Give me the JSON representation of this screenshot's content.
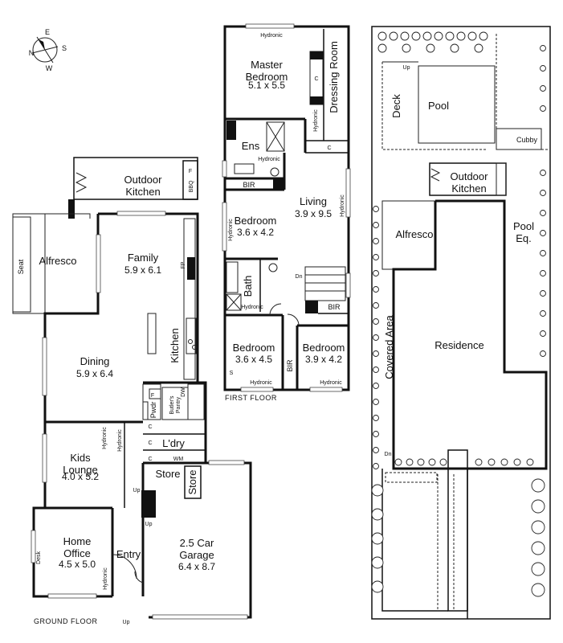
{
  "compass": {
    "n": "N",
    "e": "E",
    "s": "S",
    "w": "W"
  },
  "ground_floor": {
    "label": "GROUND FLOOR",
    "outdoor_kitchen": "Outdoor\nKitchen",
    "bbq": "BBQ",
    "fridge": "F",
    "alfresco": "Alfresco",
    "seat": "Seat",
    "family": {
      "name": "Family",
      "dim": "5.9 x 6.1"
    },
    "fp": "FP",
    "kitchen": "Kitchen",
    "dining": {
      "name": "Dining",
      "dim": "5.9 x 6.4"
    },
    "pwdr": "Pwdr",
    "butlers_pantry": "Butler's\nPantry",
    "dw": "DW",
    "pantry_fridge": "F",
    "kids_lounge": {
      "name": "Kids\nLounge",
      "dim": "4.0 x 5.2"
    },
    "hydronic_a": "Hydronic",
    "hydronic_b": "Hydronic",
    "hydronic_c": "Hydronic",
    "cupboard_a": "C",
    "cupboard_b": "C",
    "cupboard_c": "C",
    "laundry": "L'dry",
    "wm": "WM",
    "store_a": "Store",
    "store_b": "Store",
    "up_a": "Up",
    "up_b": "Up",
    "up_c": "Up",
    "home_office": {
      "name": "Home\nOffice",
      "dim": "4.5 x 5.0"
    },
    "desk": "Desk",
    "entry": "Entry",
    "garage": {
      "name": "2.5 Car\nGarage",
      "dim": "6.4 x 8.7"
    }
  },
  "first_floor": {
    "label": "FIRST FLOOR",
    "hydronic_top": "Hydronic",
    "master": {
      "name": "Master\nBedroom",
      "dim": "5.1 x 5.5"
    },
    "dressing_room": "Dressing Room",
    "cupboard_a": "C",
    "cupboard_b": "C",
    "hydronic_dressing": "Hydronic",
    "ens": "Ens",
    "hydronic_ens": "Hydronic",
    "bir_a": "BIR",
    "bedroom_a": {
      "name": "Bedroom",
      "dim": "3.6 x 4.2"
    },
    "hydronic_bed_a": "Hydronic",
    "living": {
      "name": "Living",
      "dim": "3.9 x 9.5"
    },
    "hydronic_living": "Hydronic",
    "bath": "Bath",
    "hydronic_bath": "Hydronic",
    "dn": "Dn",
    "bir_b": "BIR",
    "bedroom_b": {
      "name": "Bedroom",
      "dim": "3.6 x 4.5"
    },
    "s": "S",
    "hydronic_bed_b": "Hydronic",
    "bir_c": "BIR",
    "bedroom_c": {
      "name": "Bedroom",
      "dim": "3.9 x 4.2"
    },
    "hydronic_bed_c": "Hydronic"
  },
  "site": {
    "up": "Up",
    "deck": "Deck",
    "pool": "Pool",
    "cubby": "Cubby",
    "outdoor_kitchen": "Outdoor\nKitchen",
    "alfresco": "Alfresco",
    "pool_eq": "Pool\nEq.",
    "covered_area": "Covered Area",
    "residence": "Residence",
    "dn": "Dn"
  }
}
